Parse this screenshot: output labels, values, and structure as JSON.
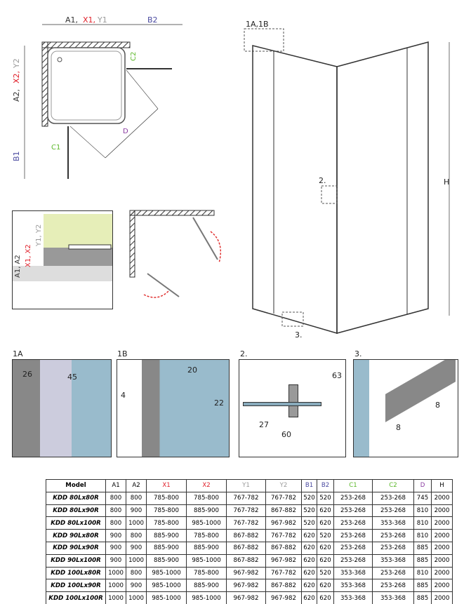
{
  "plan": {
    "a_label": "A1,",
    "x_label": "X1,",
    "y_label": "Y1",
    "b2": "B2",
    "a2": "A2,",
    "x2": "X2,",
    "y2": "Y2",
    "b1": "B1",
    "c1": "C1",
    "c2": "C2",
    "d": "D"
  },
  "section": {
    "a": "A1, A2",
    "x": "X1, X2",
    "y": "Y1, Y2"
  },
  "main_view": {
    "callout_1": "1A,1B",
    "callout_2": "2.",
    "callout_3": "3.",
    "height": "H"
  },
  "details": [
    {
      "label": "1A",
      "dims": [
        "26",
        "45"
      ]
    },
    {
      "label": "1B",
      "dims": [
        "20",
        "4",
        "22"
      ]
    },
    {
      "label": "2.",
      "dims": [
        "63",
        "27",
        "60"
      ]
    },
    {
      "label": "3.",
      "dims": [
        "8",
        "8"
      ]
    }
  ],
  "colors": {
    "x": "#e0202a",
    "y": "#9a9a9a",
    "b": "#4a4aa0",
    "c": "#5cb82a",
    "d": "#8a3aa0"
  },
  "table": {
    "headers": [
      "Model",
      "A1",
      "A2",
      "X1",
      "X2",
      "Y1",
      "Y2",
      "B1",
      "B2",
      "C1",
      "C2",
      "D",
      "H"
    ],
    "rows": [
      [
        "KDD 80Lx80R",
        "800",
        "800",
        "785-800",
        "785-800",
        "767-782",
        "767-782",
        "520",
        "520",
        "253-268",
        "253-268",
        "745",
        "2000"
      ],
      [
        "KDD 80Lx90R",
        "800",
        "900",
        "785-800",
        "885-900",
        "767-782",
        "867-882",
        "520",
        "620",
        "253-268",
        "253-268",
        "810",
        "2000"
      ],
      [
        "KDD 80Lx100R",
        "800",
        "1000",
        "785-800",
        "985-1000",
        "767-782",
        "967-982",
        "520",
        "620",
        "253-268",
        "353-368",
        "810",
        "2000"
      ],
      [
        "KDD 90Lx80R",
        "900",
        "800",
        "885-900",
        "785-800",
        "867-882",
        "767-782",
        "620",
        "520",
        "253-268",
        "253-268",
        "810",
        "2000"
      ],
      [
        "KDD 90Lx90R",
        "900",
        "900",
        "885-900",
        "885-900",
        "867-882",
        "867-882",
        "620",
        "620",
        "253-268",
        "253-268",
        "885",
        "2000"
      ],
      [
        "KDD 90Lx100R",
        "900",
        "1000",
        "885-900",
        "985-1000",
        "867-882",
        "967-982",
        "620",
        "620",
        "253-268",
        "353-368",
        "885",
        "2000"
      ],
      [
        "KDD 100Lx80R",
        "1000",
        "800",
        "985-1000",
        "785-800",
        "967-982",
        "767-782",
        "620",
        "520",
        "353-368",
        "253-268",
        "810",
        "2000"
      ],
      [
        "KDD 100Lx90R",
        "1000",
        "900",
        "985-1000",
        "885-900",
        "967-982",
        "867-882",
        "620",
        "620",
        "353-368",
        "253-268",
        "885",
        "2000"
      ],
      [
        "KDD 100Lx100R",
        "1000",
        "1000",
        "985-1000",
        "985-1000",
        "967-982",
        "967-982",
        "620",
        "620",
        "353-368",
        "353-368",
        "885",
        "2000"
      ]
    ]
  }
}
